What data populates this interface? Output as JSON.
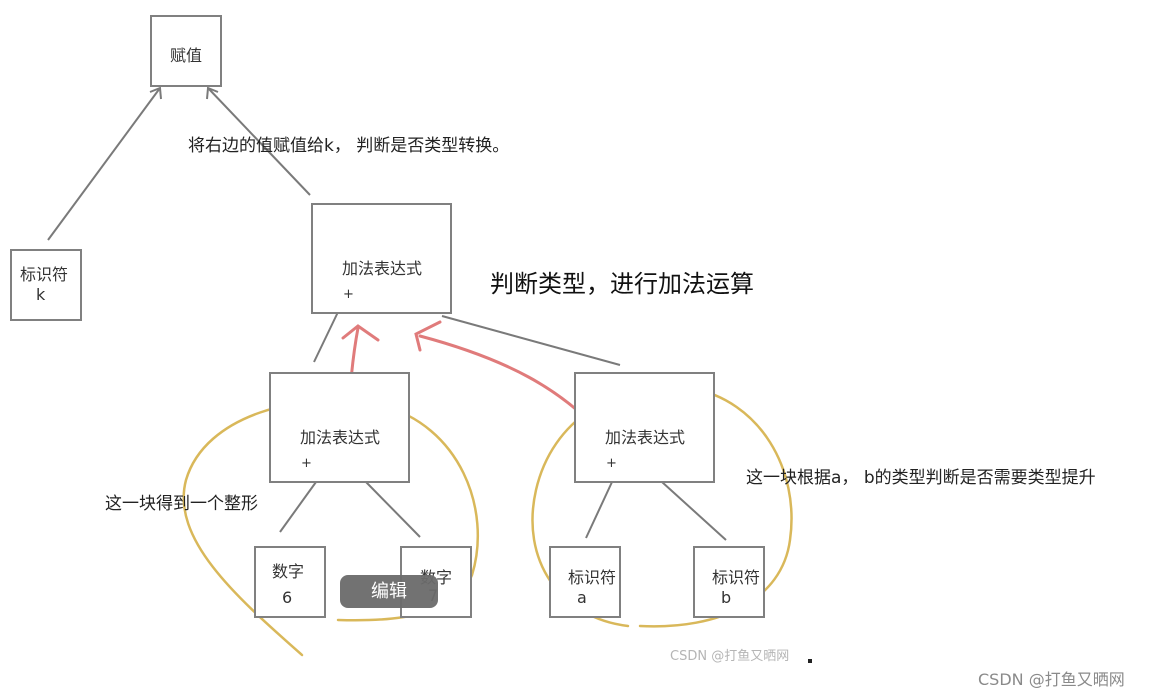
{
  "nodes": {
    "assign": {
      "label": "赋值"
    },
    "ident_k": {
      "label": "标识符",
      "value": "k"
    },
    "add_root": {
      "label": "加法表达式",
      "op": "+"
    },
    "add_left": {
      "label": "加法表达式",
      "op": "+"
    },
    "add_right": {
      "label": "加法表达式",
      "op": "+"
    },
    "num_6": {
      "label": "数字",
      "value": "6"
    },
    "num_7": {
      "label": "数字",
      "value": "7"
    },
    "ident_a": {
      "label": "标识符",
      "value": "a"
    },
    "ident_b": {
      "label": "标识符",
      "value": "b"
    }
  },
  "annotations": {
    "assign_note": "将右边的值赋值给k， 判断是否类型转换。",
    "root_note": "判断类型，进行加法运算",
    "left_note": "这一块得到一个整形",
    "right_note": "这一块根据a， b的类型判断是否需要类型提升"
  },
  "edit_button": {
    "label": "编辑"
  },
  "watermarks": {
    "inner": "CSDN @打鱼又晒网",
    "corner": "CSDN @打鱼又晒网"
  },
  "colors": {
    "box_border": "#808080",
    "connector": "#7a7a7a",
    "red_arrow": "#e07b7b",
    "yellow_circle": "#d9b85a"
  }
}
